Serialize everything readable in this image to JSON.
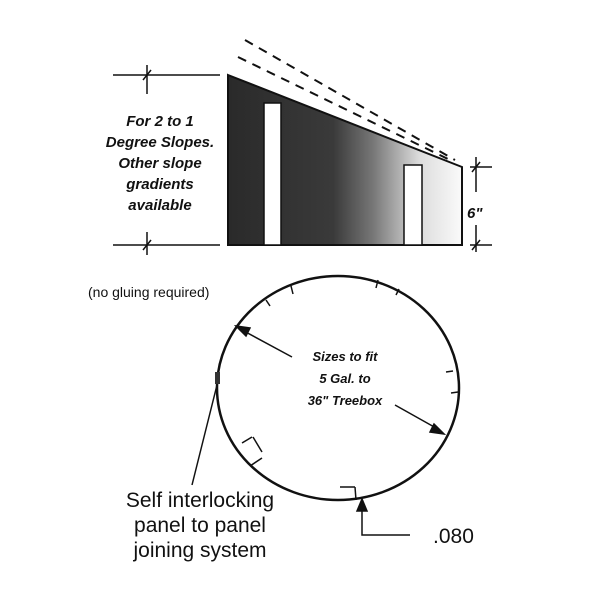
{
  "slope_note": {
    "lines": [
      "For 2 to 1",
      "Degree Slopes.",
      "Other slope",
      "gradients",
      "available"
    ]
  },
  "height_dimension": "6\"",
  "gluing_note": "(no gluing required)",
  "size_note": {
    "lines": [
      "Sizes to fit",
      "5 Gal. to",
      "36\" Treebox"
    ]
  },
  "joining_note": {
    "lines": [
      "Self interlocking",
      "panel to panel",
      "joining system"
    ]
  },
  "thickness_label": ".080"
}
